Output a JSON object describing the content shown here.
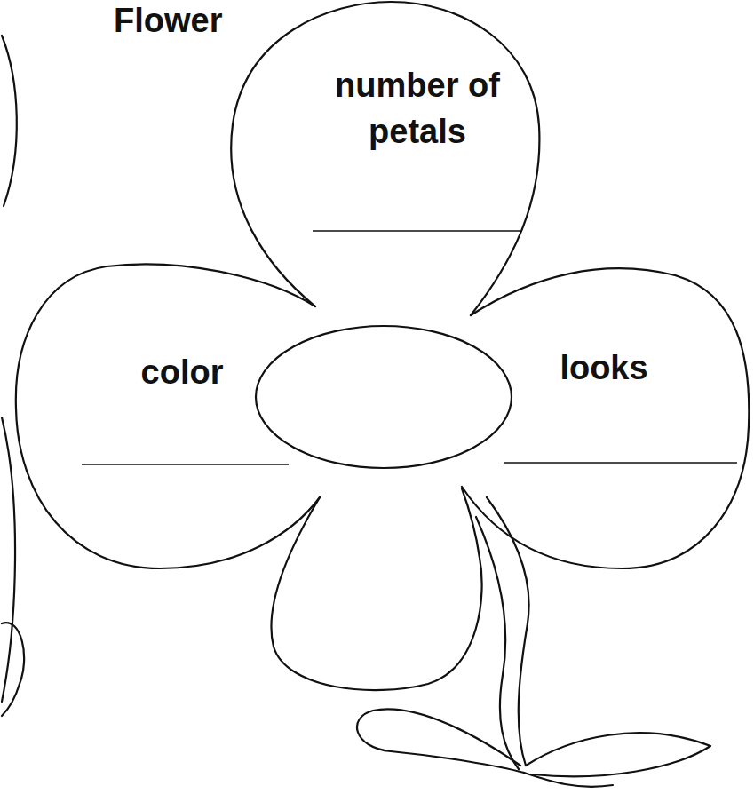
{
  "diagram": {
    "title": "Flower",
    "nodes": [
      {
        "text": [
          "number of petals"
        ]
      },
      {
        "text": [
          "color"
        ]
      },
      {
        "text": [
          "looks"
        ]
      }
    ]
  }
}
